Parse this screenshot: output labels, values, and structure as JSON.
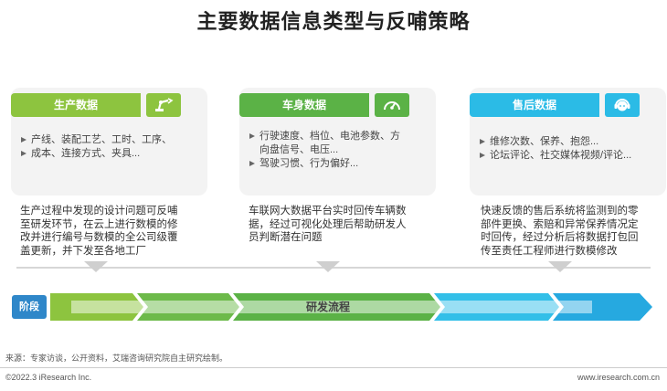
{
  "title": "主要数据信息类型与反哺策略",
  "cards": [
    {
      "label": "生产数据",
      "icon": "robot-arm-icon",
      "color": "#8dc43f",
      "bullets": [
        "产线、装配工艺、工时、工序、",
        "成本、连接方式、夹具..."
      ],
      "description": [
        "生产过程中发现的设计问题可反哺",
        "至研发环节，在云上进行数模的修",
        "改并进行编号与数模的全公司级覆",
        "盖更新，并下发至各地工厂"
      ]
    },
    {
      "label": "车身数据",
      "icon": "speedometer-icon",
      "color": "#5bb246",
      "bullets": [
        "行驶速度、档位、电池参数、方",
        "向盘信号、电压...",
        "驾驶习惯、行为偏好..."
      ],
      "description": [
        "车联网大数据平台实时回传车辆数",
        "据，经过可视化处理后帮助研发人",
        "员判断潜在问题"
      ]
    },
    {
      "label": "售后数据",
      "icon": "customer-service-icon",
      "color": "#2bbbe6",
      "bullets": [
        "维修次数、保养、抱怨...",
        "论坛评论、社交媒体视频/评论..."
      ],
      "description": [
        "快速反馈的售后系统将监测到的零",
        "部件更换、索赔和异常保养情况定",
        "时回传，经过分析后将数据打包回",
        "传至责任工程师进行数模修改"
      ]
    }
  ],
  "stage": {
    "tag": "阶段",
    "flow_label": "研发流程",
    "segment_colors": [
      "#8dc43f",
      "#6dba4a",
      "#5bb246",
      "#33bfe8",
      "#26a9e0"
    ]
  },
  "footer": {
    "source": "来源：专家访谈，公开资料，艾瑞咨询研究院自主研究绘制。",
    "copyright": "©2022.3 iResearch Inc.",
    "website": "www.iresearch.com.cn"
  }
}
